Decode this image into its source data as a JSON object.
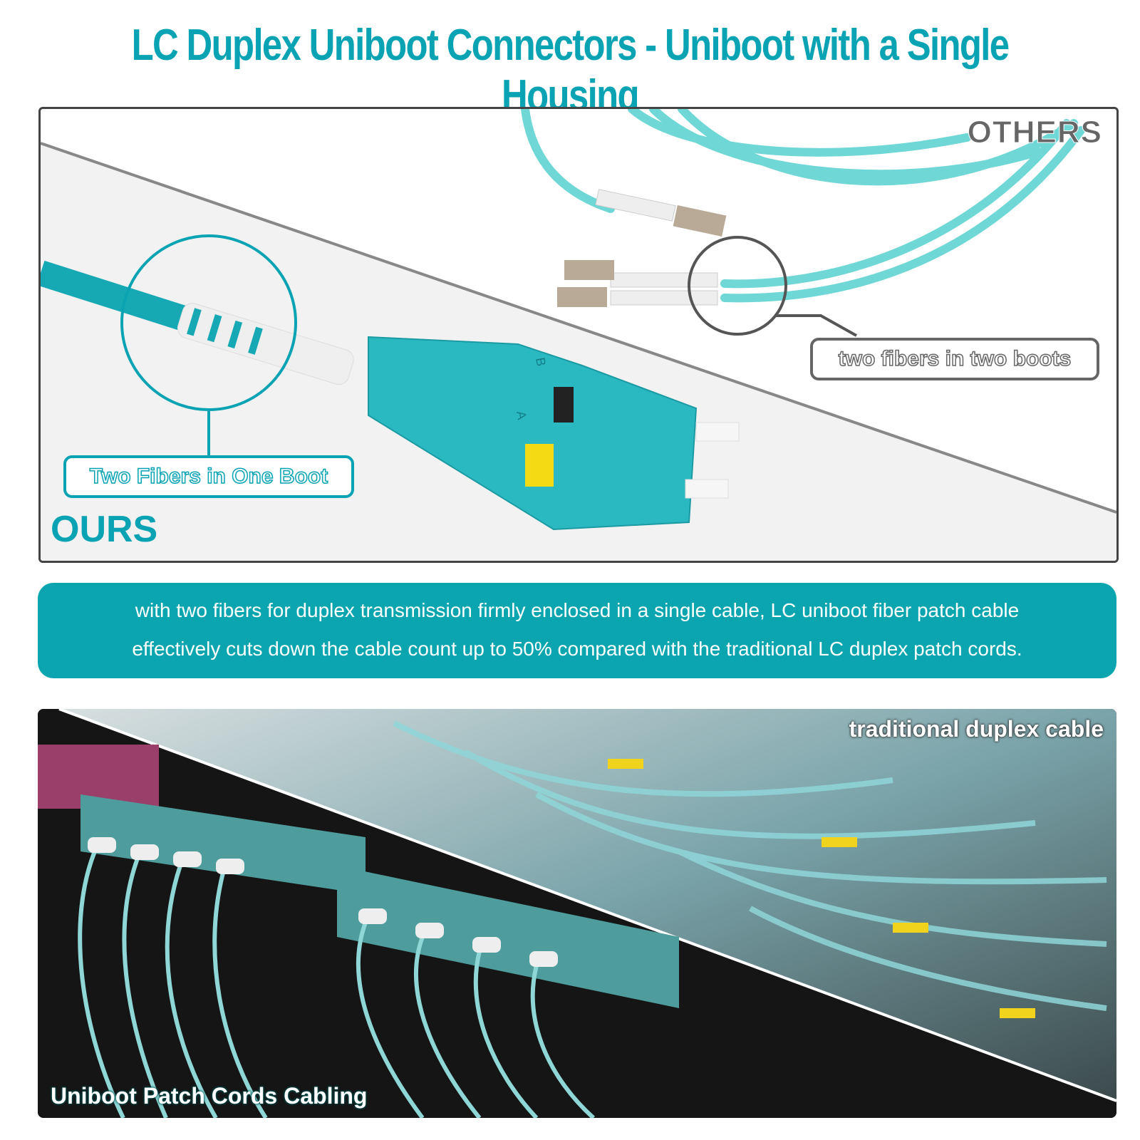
{
  "title": "LC Duplex Uniboot Connectors - Uniboot with a Single Housing",
  "comparison": {
    "others_label": "OTHERS",
    "others_callout": "two fibers in two boots",
    "ours_label": "OURS",
    "ours_callout": "Two Fibers in One Boot",
    "connector_markings": [
      "B",
      "A"
    ]
  },
  "banner": {
    "line1": "with two fibers for duplex transmission firmly enclosed in a single cable, LC uniboot fiber patch cable",
    "line2": "effectively cuts down the cable count up to 50% compared with the traditional LC duplex patch cords."
  },
  "photo": {
    "right_label": "traditional duplex cable",
    "left_label": "Uniboot Patch Cords Cabling"
  },
  "colors": {
    "brand_teal": "#0aa3b3",
    "aqua_cable": "#5fd6d6",
    "border_gray": "#444444",
    "callout_gray": "#666666"
  }
}
